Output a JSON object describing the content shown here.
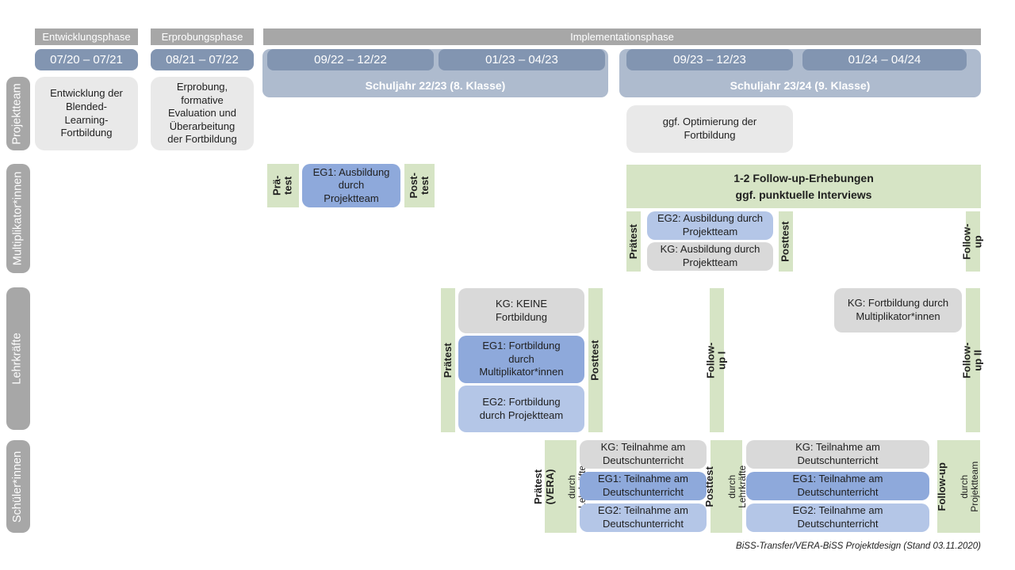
{
  "colors": {
    "header_gray": "#a7a7a7",
    "date_blue": "#8295b1",
    "schoolyear_blue": "#aebbce",
    "box_light_gray": "#e9e9e9",
    "kg_gray": "#d9d9d9",
    "eg1_blue": "#8ea9db",
    "eg2_blue": "#b4c6e7",
    "test_green": "#d6e4c5"
  },
  "header": {
    "phase_labels": [
      "Entwicklungsphase",
      "Erprobungsphase",
      "Implementationsphase"
    ],
    "date_ranges": [
      "07/20 – 07/21",
      "08/21 – 07/22",
      "09/22 – 12/22",
      "01/23 – 04/23",
      "09/23 – 12/23",
      "01/24 – 04/24"
    ],
    "school_years": [
      "Schuljahr 22/23 (8. Klasse)",
      "Schuljahr 23/24 (9. Klasse)"
    ]
  },
  "row_labels": [
    "Projektteam",
    "Multiplikator*innen",
    "Lehrkräfte",
    "Schüler*innen"
  ],
  "projektteam_row": {
    "entwicklung_box": "Entwicklung der\nBlended-\nLearning-\nFortbildung",
    "erprobung_box": "Erprobung,\nformative\nEvaluation und\nÜberarbeitung\nder Fortbildung",
    "optimierung_box": "ggf. Optimierung der\nFortbildung"
  },
  "multiplikator_row": {
    "praetest1": "Prä-\ntest",
    "eg1_box": "EG1: Ausbildung\ndurch\nProjektteam",
    "posttest1": "Post-\ntest",
    "followup_bar": "1-2 Follow-up-Erhebungen\nggf. punktuelle Interviews",
    "praetest2": "Prätest",
    "eg2_box": "EG2: Ausbildung durch\nProjektteam",
    "kg_box": "KG: Ausbildung durch\nProjektteam",
    "posttest2": "Posttest",
    "followup": "Follow-up"
  },
  "lehrkraefte_row": {
    "praetest": "Prätest",
    "kg_box": "KG: KEINE\nFortbildung",
    "eg1_box": "EG1: Fortbildung\ndurch\nMultiplikator*innen",
    "eg2_box": "EG2: Fortbildung\ndurch Projektteam",
    "posttest": "Posttest",
    "followup1": "Follow-up I",
    "kg_box2": "KG: Fortbildung durch\nMultiplikator*innen",
    "followup2": "Follow-up II"
  },
  "schueler_row": {
    "praetest_main": "Prätest (VERA)",
    "praetest_sub": "durch Lehrkräfte",
    "kg_box1": "KG: Teilnahme am\nDeutschunterricht",
    "eg1_box1": "EG1: Teilnahme am\nDeutschunterricht",
    "eg2_box1": "EG2: Teilnahme am\nDeutschunterricht",
    "posttest_main": "Posttest",
    "posttest_sub": "durch Lehrkräfte",
    "kg_box2": "KG: Teilnahme am\nDeutschunterricht",
    "eg1_box2": "EG1: Teilnahme am\nDeutschunterricht",
    "eg2_box2": "EG2: Teilnahme am\nDeutschunterricht",
    "followup_main": "Follow-up",
    "followup_sub": "durch\nProjektteam"
  },
  "caption": "BiSS-Transfer/VERA-BiSS Projektdesign (Stand 03.11.2020)"
}
